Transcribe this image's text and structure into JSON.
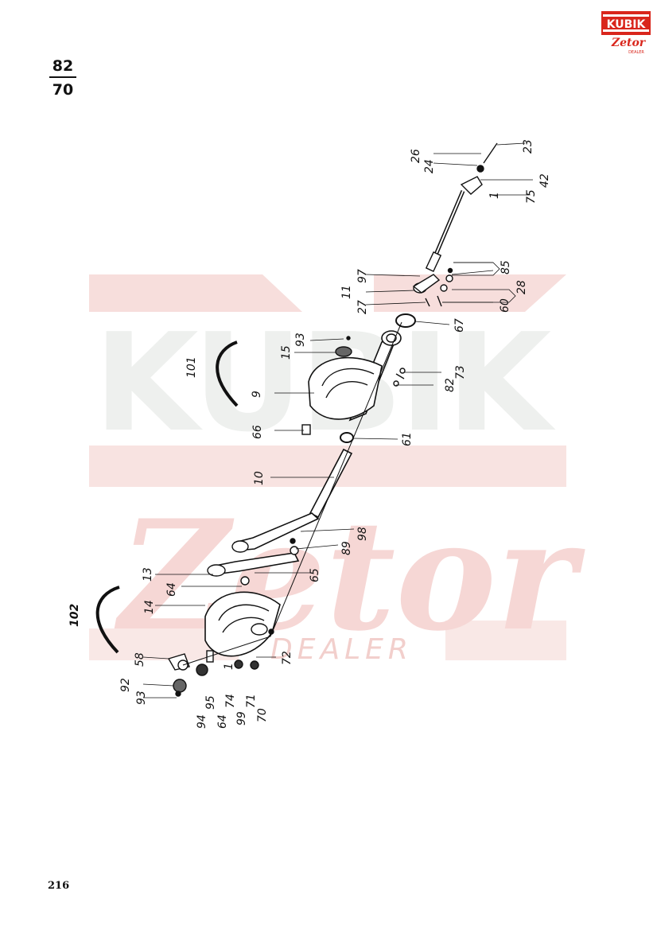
{
  "section": {
    "top": "82",
    "bottom": "70"
  },
  "page_number": "216",
  "logo": {
    "brand": "KUBIK",
    "sub": "Zetor",
    "tag": "DEALER"
  },
  "watermark": {
    "brand": "KUBIK",
    "sub": "Zetor",
    "tag": "DEALER"
  },
  "labels": {
    "l23": "23",
    "l26": "26",
    "l24": "24",
    "l42": "42",
    "l75": "75",
    "l1a": "1",
    "l85": "85",
    "l97": "97",
    "l11": "11",
    "l28": "28",
    "l27": "27",
    "l60": "60",
    "l67": "67",
    "l93a": "93",
    "l15": "15",
    "l9": "9",
    "l73": "73",
    "l82": "82",
    "l101": "101",
    "l66": "66",
    "l61": "61",
    "l10": "10",
    "l98": "98",
    "l89": "89",
    "l13": "13",
    "l65": "65",
    "l64a": "64",
    "l14": "14",
    "l102": "102",
    "l58": "58",
    "l72": "72",
    "l92": "92",
    "l93b": "93",
    "l95": "95",
    "l94": "94",
    "l64b": "64",
    "l74": "74",
    "l1b": "1",
    "l99": "99",
    "l71": "71",
    "l70": "70"
  },
  "colors": {
    "line": "#111111",
    "watermark": "#f5d8d6",
    "watermark_dark": "#eef0ee",
    "logo_red": "#d9261c"
  }
}
